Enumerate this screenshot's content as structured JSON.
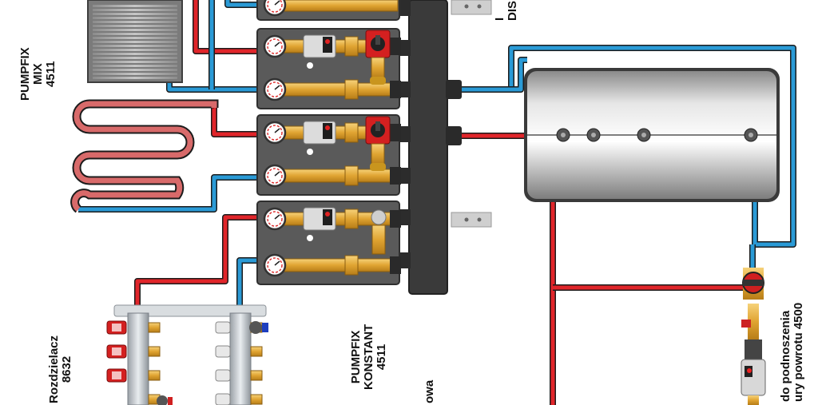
{
  "labels": {
    "pumpfix_mix": [
      "PUMPFIX",
      "MIX",
      "4511"
    ],
    "pumpfix_konstant": [
      "PUMPFIX",
      "KONSTANT",
      "4511"
    ],
    "rozdzielacz": [
      "Rozdzielacz",
      "8632"
    ],
    "bottom_partial": "owa",
    "top_right_partial": [
      "I",
      "DIS"
    ],
    "right_partial": [
      "do podnoszenia",
      "ury powrotu 4500"
    ]
  },
  "colors": {
    "supply": "#e0252a",
    "return": "#2a9ad6",
    "module_body": "#555555",
    "brass": "#e2a93a",
    "manifold": "#3a3a3a",
    "tank": "#c9c9c9"
  }
}
